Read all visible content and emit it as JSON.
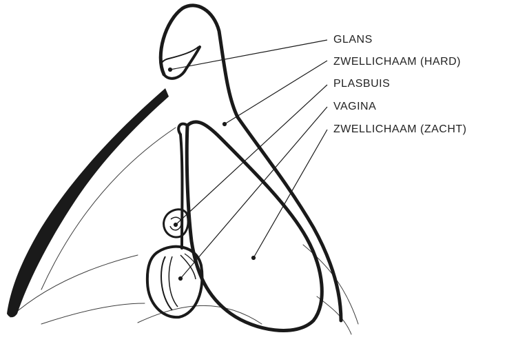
{
  "labels": {
    "glans": "GLANS",
    "zwellichaam_hard": "ZWELLICHAAM (HARD)",
    "plasbuis": "PLASBUIS",
    "vagina": "VAGINA",
    "zwellichaam_zacht": "ZWELLICHAAM (ZACHT)"
  },
  "colors": {
    "ink": "#1a1a1a",
    "text": "#222222",
    "background": "#ffffff"
  }
}
